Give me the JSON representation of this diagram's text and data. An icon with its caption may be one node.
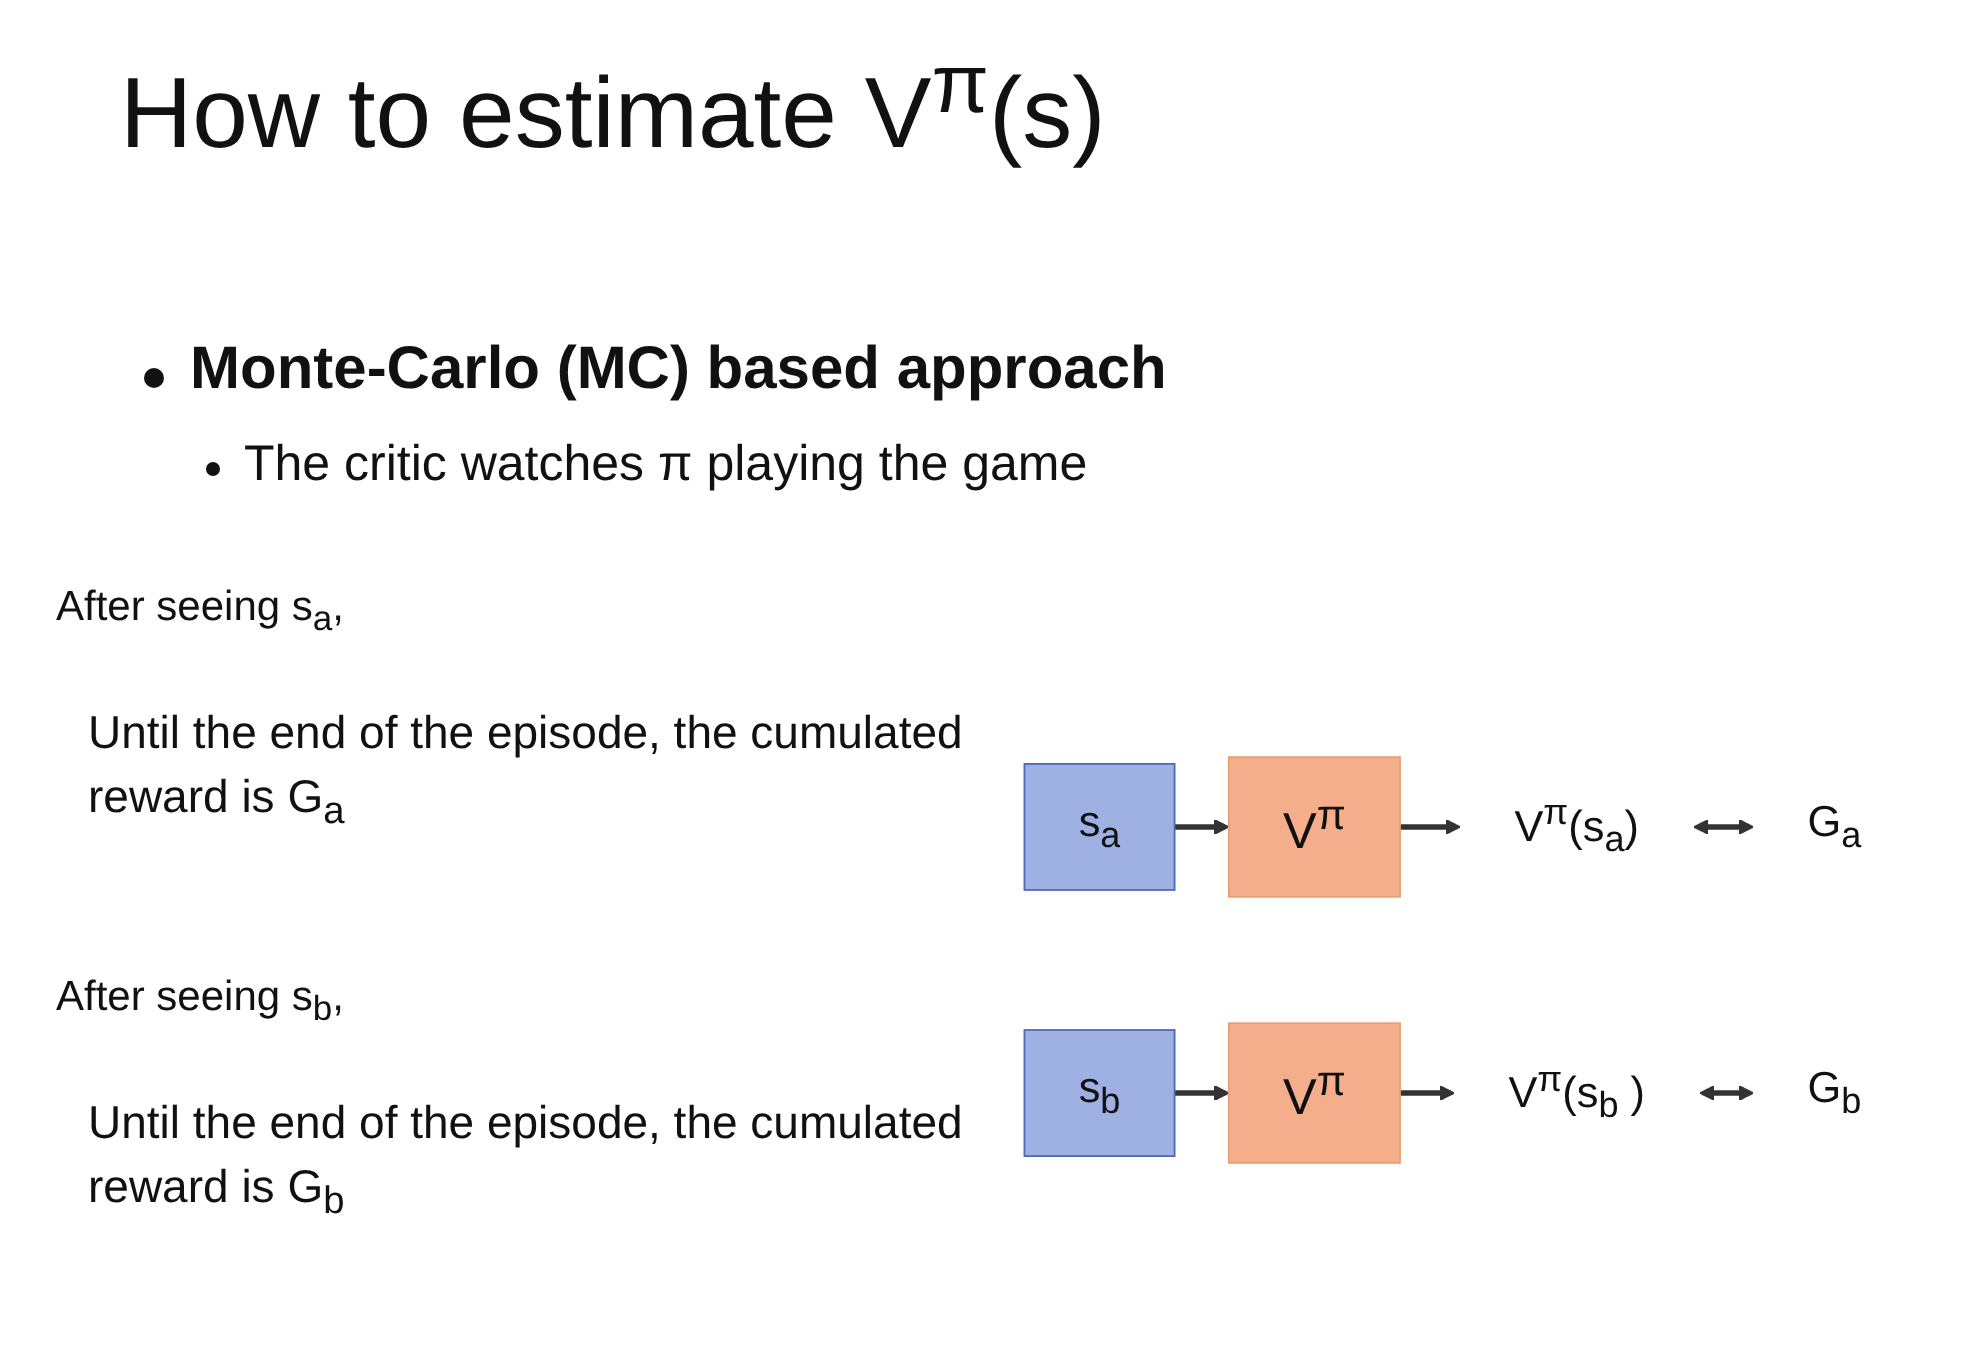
{
  "diagram": {
    "title": "How to estimate V$^{π}$(s)",
    "nodes": [
      {
        "text": [
          "s$_{a}$"
        ]
      },
      {
        "text": [
          "V$^{π}$"
        ]
      },
      {
        "text": [
          "V$^{π}$(s$_{a}$)"
        ]
      },
      {
        "text": [
          "G$_{a}$"
        ]
      },
      {
        "text": [
          "s$_{b}$"
        ]
      },
      {
        "text": [
          "V$^{π}$"
        ]
      },
      {
        "text": [
          "V$^{π}$(s$_{b}$ )"
        ]
      },
      {
        "text": [
          "G$_{b}$"
        ]
      }
    ],
    "edges": [
      {
        "from": 0,
        "to": 1,
        "arrow": "to"
      },
      {
        "from": 1,
        "to": 2,
        "arrow": "to"
      },
      {
        "from": 2,
        "to": 3,
        "arrow": "both"
      },
      {
        "from": 4,
        "to": 5,
        "arrow": "to"
      },
      {
        "from": 5,
        "to": 6,
        "arrow": "to"
      },
      {
        "from": 6,
        "to": 7,
        "arrow": "both"
      }
    ],
    "labels": [
      "Monte-Carlo (MC) based approach",
      "The critic watches π playing the game",
      "After seeing s$_{a}$,",
      "Until the end of the episode, the cumulated reward is G$_{a}$",
      "After seeing s$_{b}$,",
      "Until the end of the episode, the cumulated reward is G$_{b}$"
    ]
  }
}
